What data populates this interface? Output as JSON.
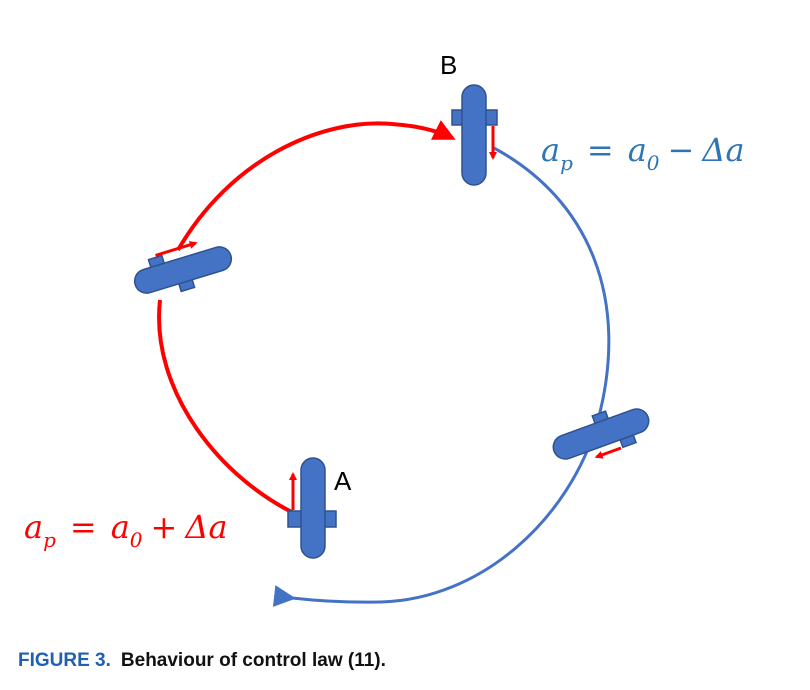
{
  "labels": {
    "point_a": "A",
    "point_b": "B"
  },
  "equations": {
    "decel": {
      "lhs": "a",
      "lhs_sub": "p",
      "rhs": "a",
      "rhs_sub": "0",
      "op": "−",
      "delta": "Δa"
    },
    "accel": {
      "lhs": "a",
      "lhs_sub": "p",
      "rhs": "a",
      "rhs_sub": "0",
      "op": "+",
      "delta": "Δa"
    }
  },
  "caption": {
    "figure_label": "FIGURE 3.",
    "text": "Behaviour of control law (11)."
  },
  "colors": {
    "red": "#ff0000",
    "blue": "#4472c4",
    "vehicle": "#4472c4",
    "vehicle_edge": "#2f528f",
    "caption_label": "#1f5fb4"
  }
}
